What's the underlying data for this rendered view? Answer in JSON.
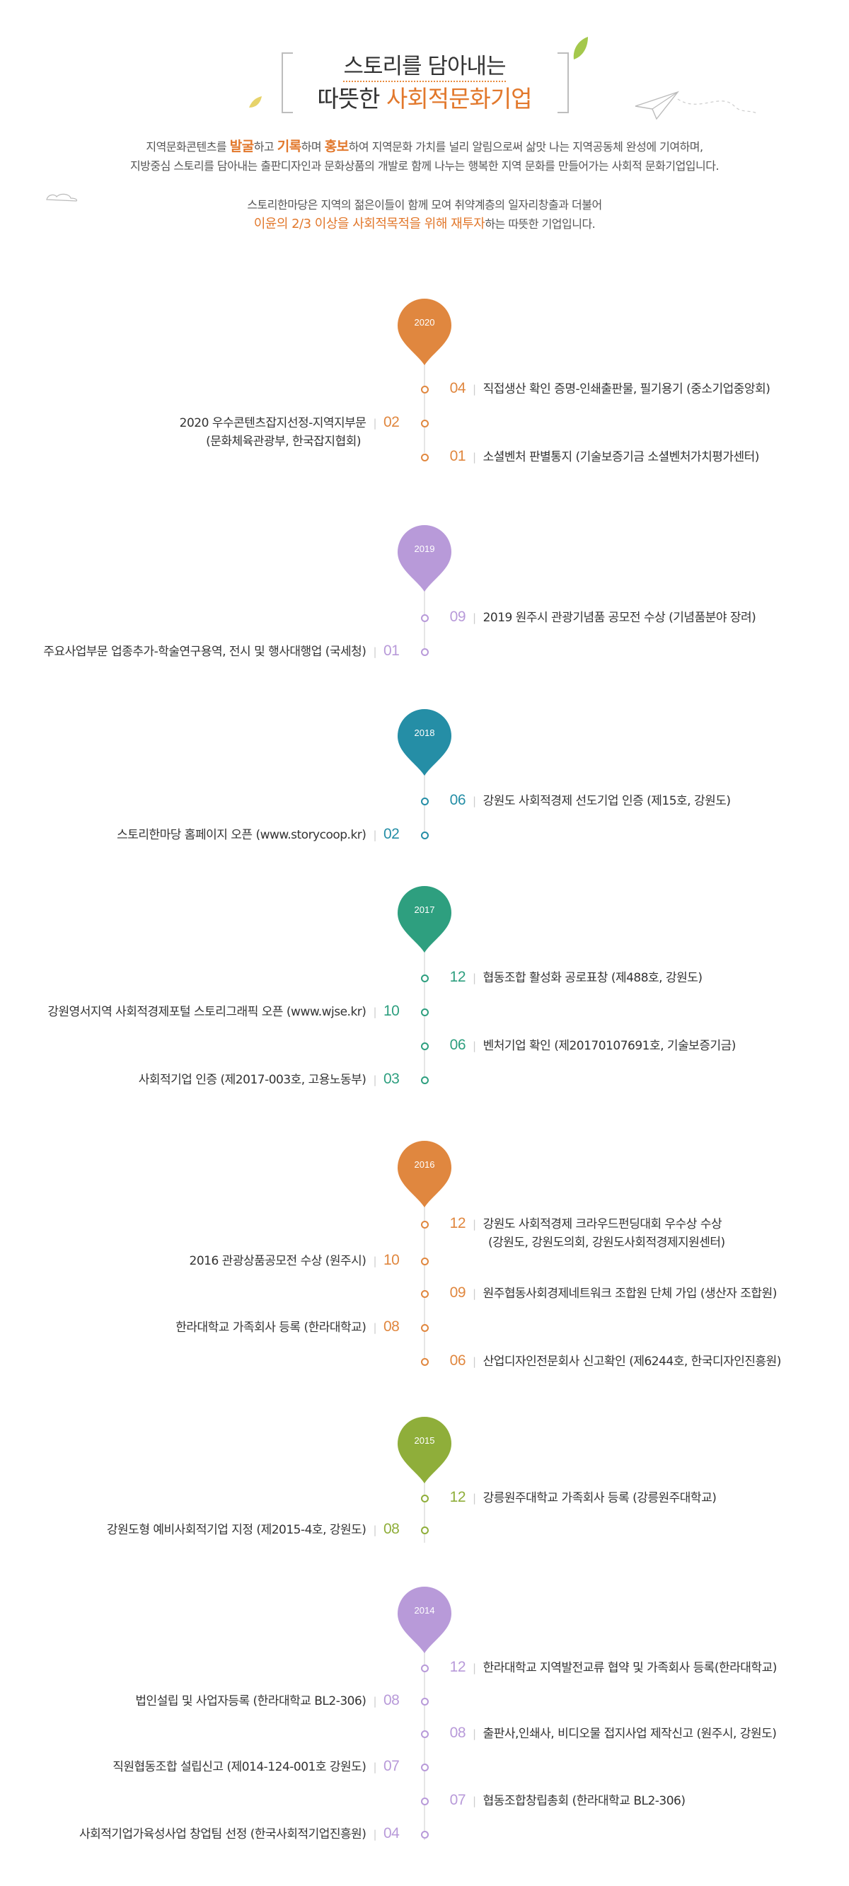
{
  "header": {
    "title_line1": "스토리를 담아내는",
    "title_line2_plain": "따뜻한 ",
    "title_line2_accent": "사회적문화기업",
    "para1_a": "지역문화콘텐츠를 ",
    "para1_b": "발굴",
    "para1_c": "하고 ",
    "para1_d": "기록",
    "para1_e": "하며 ",
    "para1_f": "홍보",
    "para1_g": "하여 지역문화 가치를 널리 알림으로써 삶맛 나는 지역공동체 완성에 기여하며,",
    "para2": "지방중심 스토리를 담아내는 출판디자인과 문화상품의 개발로 함께 나누는 행복한 지역 문화를 만들어가는 사회적 문화기업입니다.",
    "para3": "스토리한마당은 지역의 젊은이들이 함께 모여 취약계층의 일자리창출과 더불어",
    "para4_accent": "이윤의 2/3 이상을 사회적목적을 위해 재투자",
    "para4_rest": "하는 따뜻한 기업입니다."
  },
  "colors": {
    "y2020": "#e0873f",
    "y2019": "#b89ad9",
    "y2018": "#258ea6",
    "y2017": "#2e9f7f",
    "y2016": "#e0873f",
    "y2015": "#8fae3a",
    "y2014": "#b89ad9"
  },
  "timeline": {
    "y2020": {
      "year": "2020",
      "e1": {
        "month": "04",
        "text": "직접생산 확인 증명-인쇄출판물, 필기용기 (중소기업중앙회)"
      },
      "e2": {
        "month": "02",
        "text": "2020 우수콘텐츠잡지선정-지역지부문",
        "text2": "(문화체육관광부, 한국잡지협회)"
      },
      "e3": {
        "month": "01",
        "text": "소셜벤처 판별통지 (기술보증기금 소셜벤처가치평가센터)"
      }
    },
    "y2019": {
      "year": "2019",
      "e1": {
        "month": "09",
        "text": "2019 원주시 관광기념품 공모전 수상 (기념품분야 장려)"
      },
      "e2": {
        "month": "01",
        "text": "주요사업부문 업종추가-학술연구용역, 전시 및 행사대행업 (국세청)"
      }
    },
    "y2018": {
      "year": "2018",
      "e1": {
        "month": "06",
        "text": "강원도 사회적경제 선도기업 인증 (제15호, 강원도)"
      },
      "e2": {
        "month": "02",
        "text": "스토리한마당 홈페이지 오픈 (www.storycoop.kr)"
      }
    },
    "y2017": {
      "year": "2017",
      "e1": {
        "month": "12",
        "text": "협동조합 활성화 공로표창 (제488호, 강원도)"
      },
      "e2": {
        "month": "10",
        "text": "강원영서지역 사회적경제포털 스토리그래픽 오픈 (www.wjse.kr)"
      },
      "e3": {
        "month": "06",
        "text": "벤처기업 확인 (제20170107691호, 기술보증기금)"
      },
      "e4": {
        "month": "03",
        "text": "사회적기업 인증 (제2017-003호, 고용노동부)"
      }
    },
    "y2016": {
      "year": "2016",
      "e1": {
        "month": "12",
        "text": "강원도 사회적경제 크라우드펀딩대회 우수상 수상",
        "text2": "(강원도, 강원도의회, 강원도사회적경제지원센터)"
      },
      "e2": {
        "month": "10",
        "text": "2016 관광상품공모전 수상 (원주시)"
      },
      "e3": {
        "month": "09",
        "text": "원주협동사회경제네트워크 조합원 단체 가입 (생산자 조합원)"
      },
      "e4": {
        "month": "08",
        "text": "한라대학교 가족회사 등록 (한라대학교)"
      },
      "e5": {
        "month": "06",
        "text": "산업디자인전문회사 신고확인 (제6244호, 한국디자인진흥원)"
      }
    },
    "y2015": {
      "year": "2015",
      "e1": {
        "month": "12",
        "text": "강릉원주대학교 가족회사 등록 (강릉원주대학교)"
      },
      "e2": {
        "month": "08",
        "text": "강원도형 예비사회적기업 지정 (제2015-4호, 강원도)"
      }
    },
    "y2014": {
      "year": "2014",
      "e1": {
        "month": "12",
        "text": "한라대학교 지역발전교류 협약 및 가족회사 등록(한라대학교)"
      },
      "e2": {
        "month": "08",
        "text": "법인설립 및 사업자등록 (한라대학교 BL2-306)"
      },
      "e3": {
        "month": "08",
        "text": "출판사,인쇄사, 비디오물 접지사업 제작신고 (원주시, 강원도)"
      },
      "e4": {
        "month": "07",
        "text": "직원협동조합 설립신고 (제014-124-001호 강원도)"
      },
      "e5": {
        "month": "07",
        "text": "협동조합창립총회 (한라대학교 BL2-306)"
      },
      "e6": {
        "month": "04",
        "text": "사회적기업가육성사업 창업팀 선정 (한국사회적기업진흥원)"
      }
    }
  }
}
